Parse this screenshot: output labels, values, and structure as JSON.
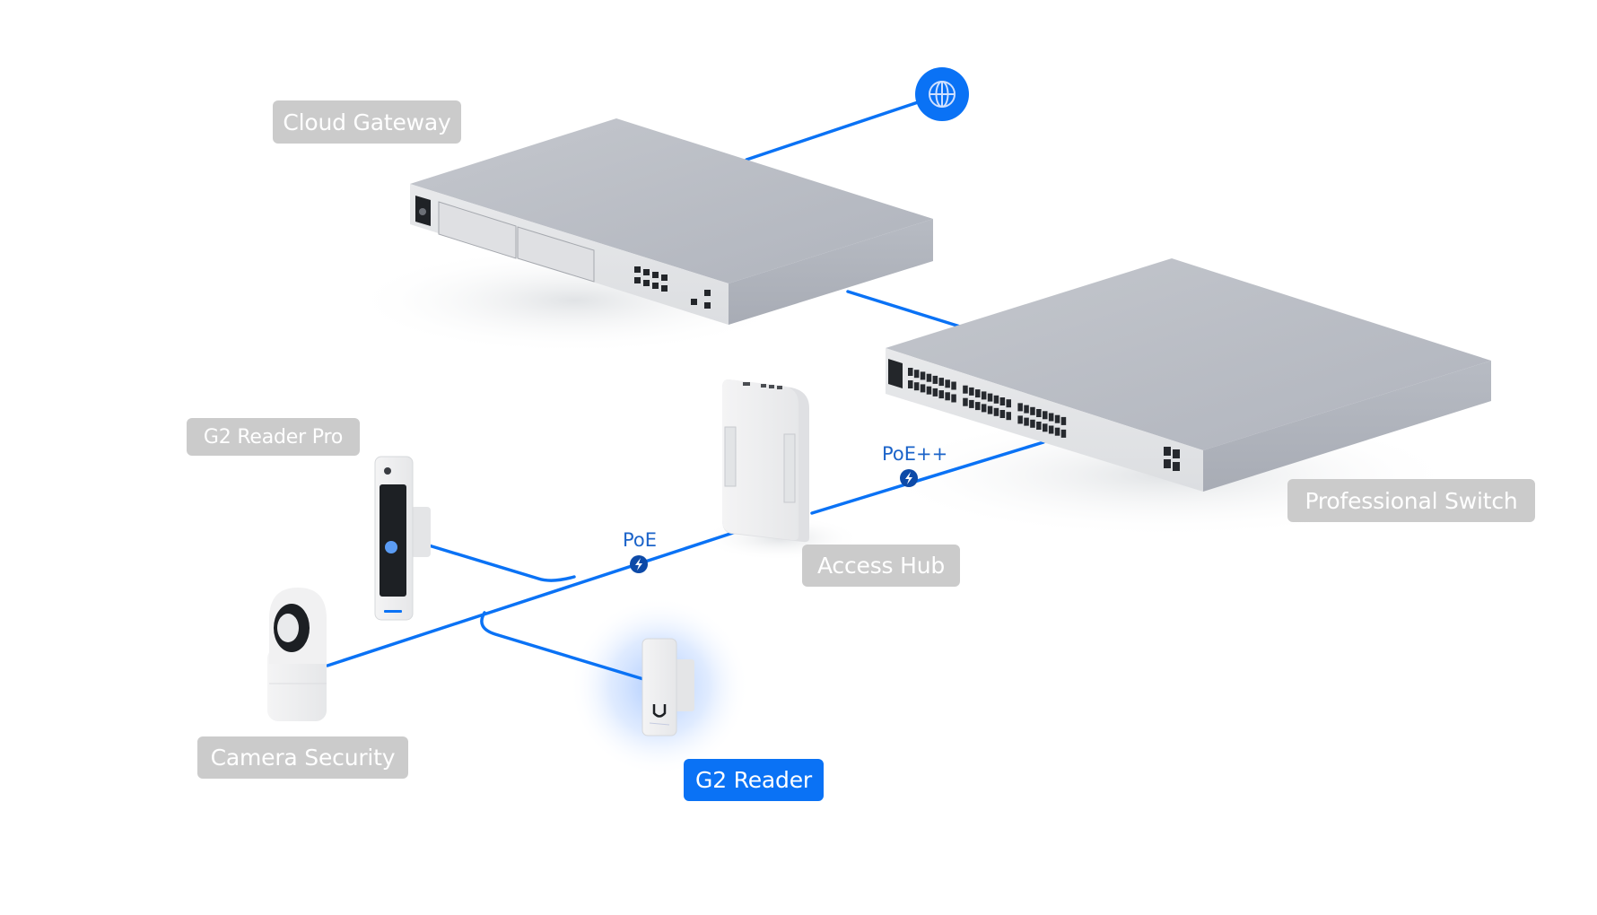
{
  "diagram": {
    "internet": {
      "icon": "globe-icon",
      "color": "#0a72f5"
    },
    "nodes": [
      {
        "id": "cloud-gateway",
        "label": "Cloud Gateway",
        "active": false
      },
      {
        "id": "professional-switch",
        "label": "Professional Switch",
        "active": false
      },
      {
        "id": "access-hub",
        "label": "Access Hub",
        "active": false
      },
      {
        "id": "g2-reader-pro",
        "label": "G2 Reader Pro",
        "active": false
      },
      {
        "id": "camera-security",
        "label": "Camera Security",
        "active": false
      },
      {
        "id": "g2-reader",
        "label": "G2 Reader",
        "active": true
      }
    ],
    "links": [
      {
        "from": "internet",
        "to": "cloud-gateway",
        "power": ""
      },
      {
        "from": "cloud-gateway",
        "to": "professional-switch",
        "power": ""
      },
      {
        "from": "professional-switch",
        "to": "access-hub",
        "power": "PoE++"
      },
      {
        "from": "access-hub",
        "to": "camera-security",
        "power": "PoE"
      },
      {
        "from": "access-hub",
        "to": "g2-reader-pro",
        "power": "PoE"
      },
      {
        "from": "access-hub",
        "to": "g2-reader",
        "power": "PoE"
      }
    ],
    "power_badges": [
      {
        "label": "PoE",
        "icon": "lightning-icon"
      },
      {
        "label": "PoE++",
        "icon": "lightning-icon"
      }
    ],
    "colors": {
      "link": "#0a72f5",
      "badge": "#0d4aa8",
      "label_inactive": "#cbcbcb",
      "label_active": "#0a72f5",
      "label_text": "#ffffff"
    }
  }
}
